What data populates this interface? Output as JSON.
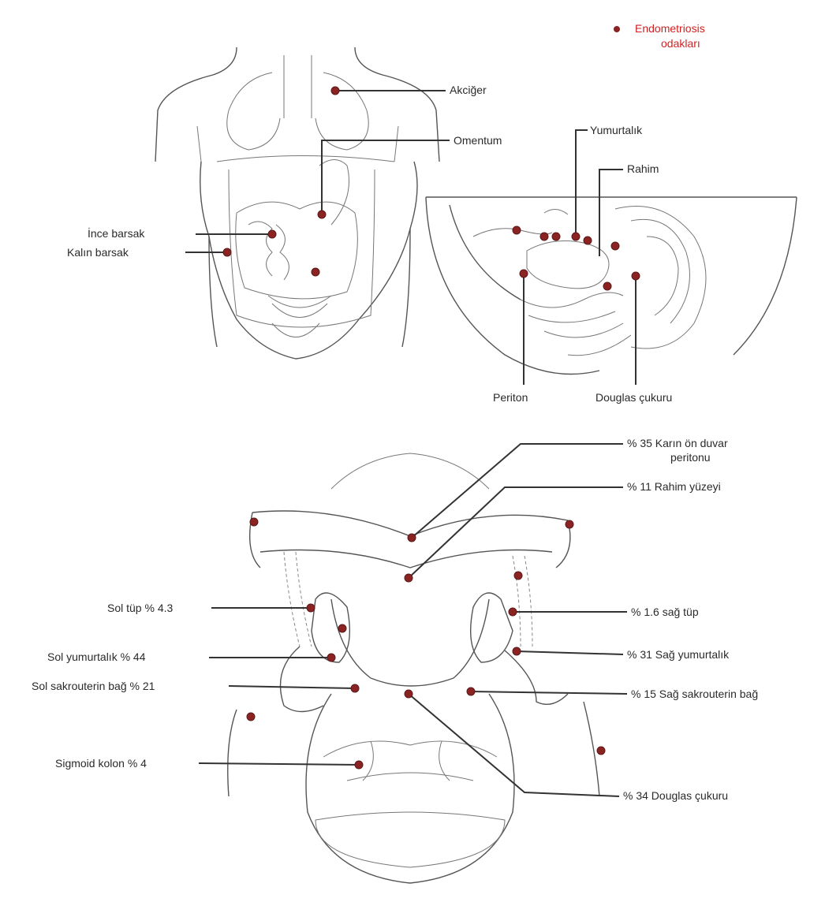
{
  "legend": {
    "line1": "Endometriosis",
    "line2": "odakları",
    "color": "#d42020",
    "dot_color": "#8b2323"
  },
  "top_labels": {
    "akciger": "Akciğer",
    "omentum": "Omentum",
    "yumurtalik": "Yumurtalık",
    "rahim": "Rahim",
    "ince_barsak": "İnce barsak",
    "kalin_barsak": "Kalın barsak",
    "periton": "Periton",
    "douglas": "Douglas çukuru"
  },
  "bottom_labels": {
    "karin_on_duvar_1": "% 35  Karın ön duvar",
    "karin_on_duvar_2": "peritonu",
    "rahim_yuzeyi": "% 11 Rahim yüzeyi",
    "sol_tup": "Sol tüp % 4.3",
    "sag_tup": "% 1.6  sağ tüp",
    "sol_yumurtalik": "Sol yumurtalık   % 44",
    "sag_yumurtalik": "% 31 Sağ yumurtalık",
    "sol_sakrouterin": "Sol sakrouterin bağ  % 21",
    "sag_sakrouterin": "% 15 Sağ sakrouterin bağ",
    "sigmoid": "Sigmoid kolon  % 4",
    "douglas": "% 34 Douglas çukuru"
  }
}
